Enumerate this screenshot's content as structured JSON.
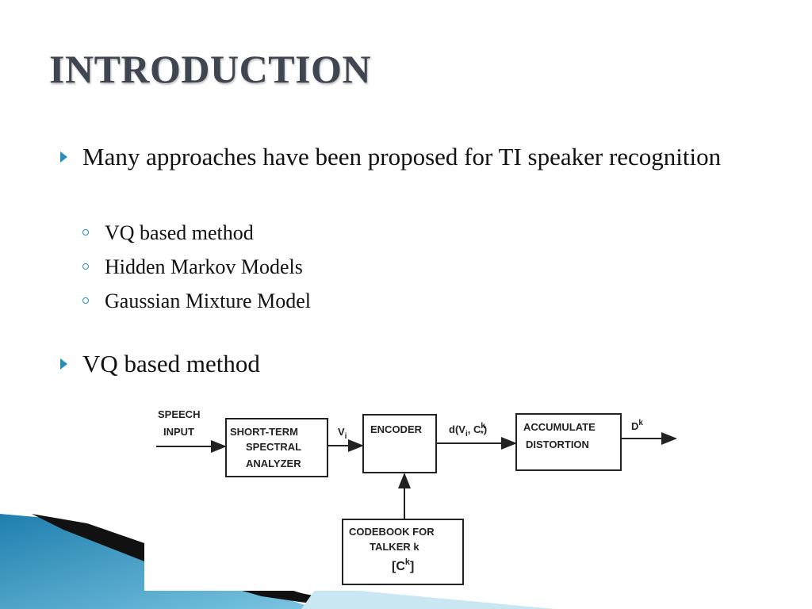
{
  "slide": {
    "title": "INTRODUCTION",
    "bullets": [
      {
        "text": "Many approaches have been proposed for TI speaker recognition",
        "subitems": [
          "VQ based method",
          "Hidden Markov Models",
          "Gaussian Mixture Model"
        ]
      },
      {
        "text": "VQ based method",
        "subitems": []
      }
    ]
  },
  "diagram": {
    "input_label_line1": "SPEECH",
    "input_label_line2": "INPUT",
    "analyzer_line1": "SHORT-TERM",
    "analyzer_line2": "SPECTRAL",
    "analyzer_line3": "ANALYZER",
    "vector_label": "V",
    "vector_sub": "i",
    "encoder_label": "ENCODER",
    "distance_label": "d(V",
    "distance_sub": "i",
    "distance_tail": ", C",
    "distance_sup": "k",
    "distance_sub2": "*",
    "distance_close": ")",
    "accumulate_line1": "ACCUMULATE",
    "accumulate_line2": "DISTORTION",
    "output_label": "D",
    "output_sup": "k",
    "codebook_line1": "CODEBOOK FOR",
    "codebook_line2": "TALKER k",
    "codebook_line3": "[C",
    "codebook_sup": "k",
    "codebook_close": "]"
  },
  "colors": {
    "title": "#3f4650",
    "bullet_marker": "#2a8fb8",
    "decoration_blue": "#2a8fb8",
    "decoration_dark": "#111111"
  }
}
